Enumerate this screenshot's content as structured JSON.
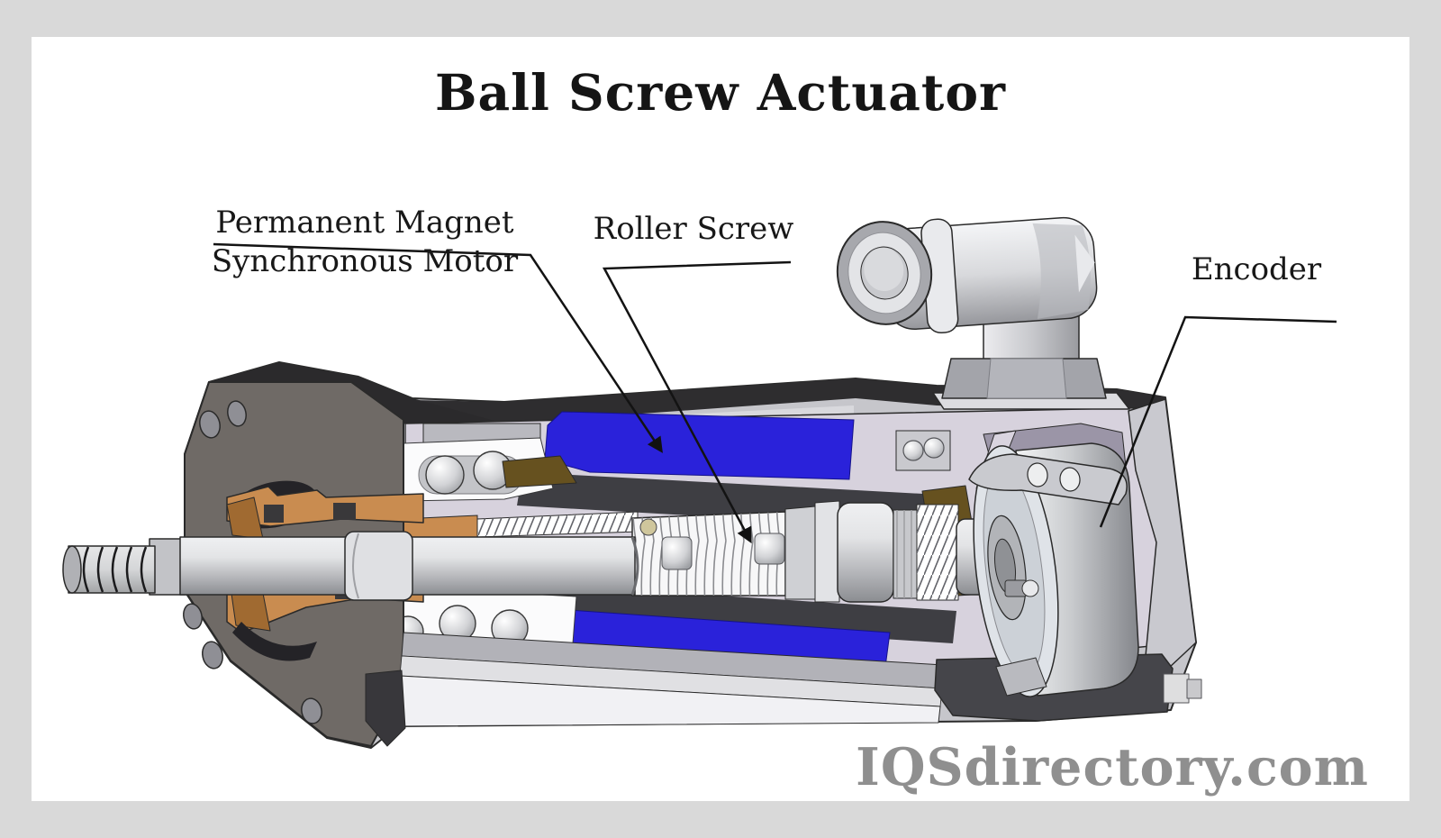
{
  "page": {
    "frame_color": "#d9d9d9",
    "canvas_color": "#ffffff"
  },
  "title": "Ball Screw Actuator",
  "watermark": "IQSdirectory.com",
  "labels": {
    "pmsm": {
      "line1": "Permanent Magnet",
      "line2": "Synchronous Motor"
    },
    "roller_screw": {
      "text": "Roller Screw"
    },
    "encoder": {
      "text": "Encoder"
    }
  },
  "diagram": {
    "type": "cutaway-illustration",
    "subject": "Ball screw actuator cross-section",
    "palette": {
      "stator_blue": "#2a22da",
      "housing_gray": "#c6c6cb",
      "cavity_lavender": "#d7d2dd",
      "flange_taupe": "#6f6a66",
      "seal_copper": "#c98c50",
      "wedge_olive": "#66511f",
      "dark_metal": "#3e3e43",
      "outline": "#2a2a2a"
    },
    "parts": [
      "piston-rod",
      "threaded-rod-end",
      "front-flange",
      "seal-gland",
      "ball-bearings",
      "stator-magnets",
      "rotor",
      "roller-screw",
      "drive-shaft",
      "encoder",
      "connector-elbow",
      "outer-tube",
      "end-cap"
    ]
  }
}
